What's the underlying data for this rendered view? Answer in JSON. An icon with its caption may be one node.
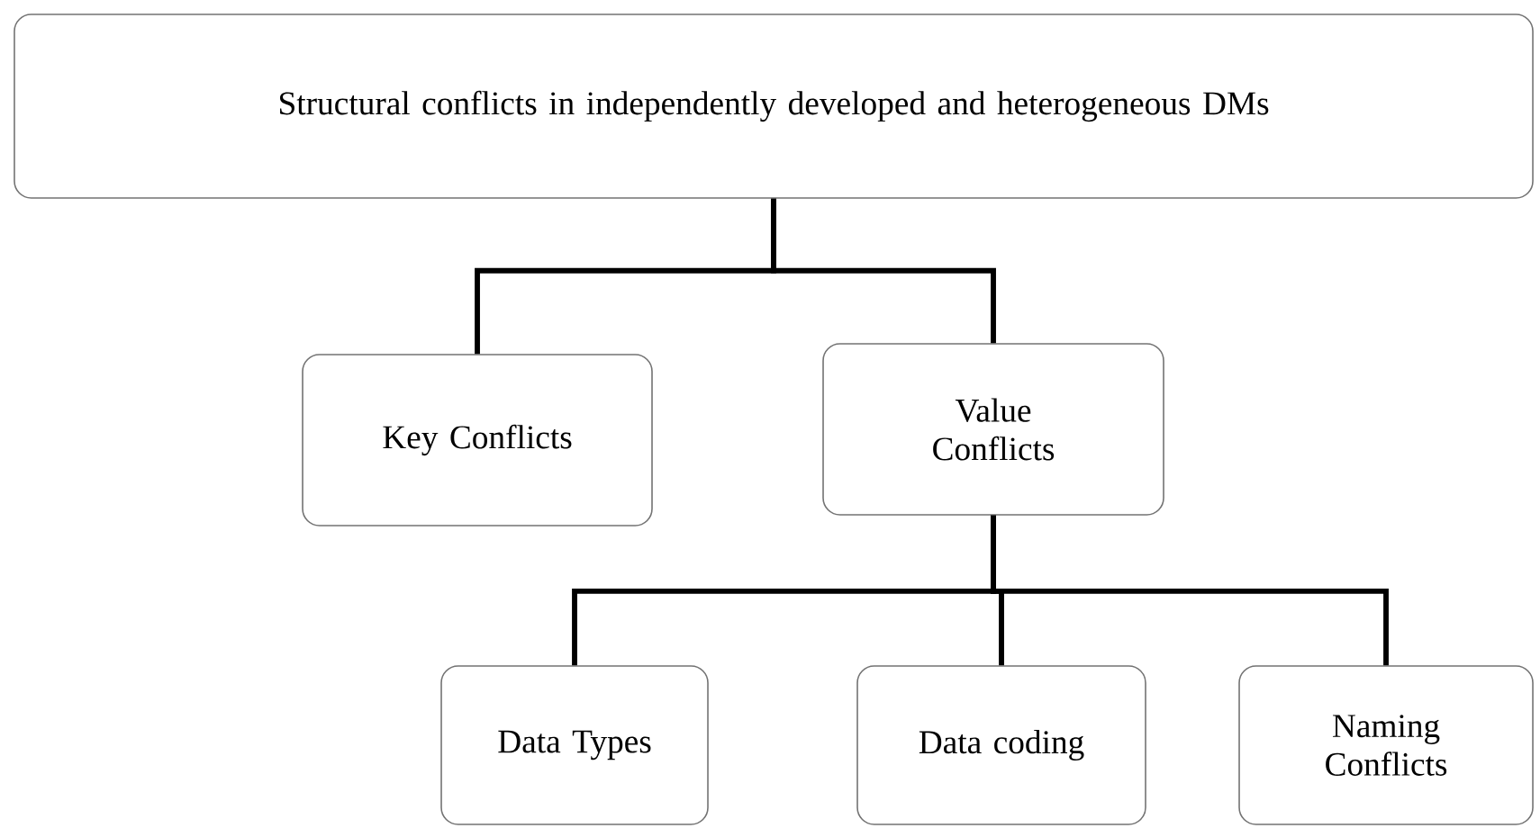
{
  "diagram": {
    "nodes": [
      {
        "text": [
          "Structural conflicts in independently developed and heterogeneous DMs"
        ]
      },
      {
        "text": [
          "Key Conflicts"
        ]
      },
      {
        "text": [
          "Value Conflicts"
        ]
      },
      {
        "text": [
          "Data Types"
        ]
      },
      {
        "text": [
          "Data coding"
        ]
      },
      {
        "text": [
          "Naming Conflicts"
        ]
      }
    ],
    "edges": [
      {
        "from": 0,
        "to": 1,
        "arrow": "none"
      },
      {
        "from": 0,
        "to": 2,
        "arrow": "none"
      },
      {
        "from": 2,
        "to": 3,
        "arrow": "none"
      },
      {
        "from": 2,
        "to": 4,
        "arrow": "none"
      },
      {
        "from": 2,
        "to": 5,
        "arrow": "none"
      }
    ]
  }
}
